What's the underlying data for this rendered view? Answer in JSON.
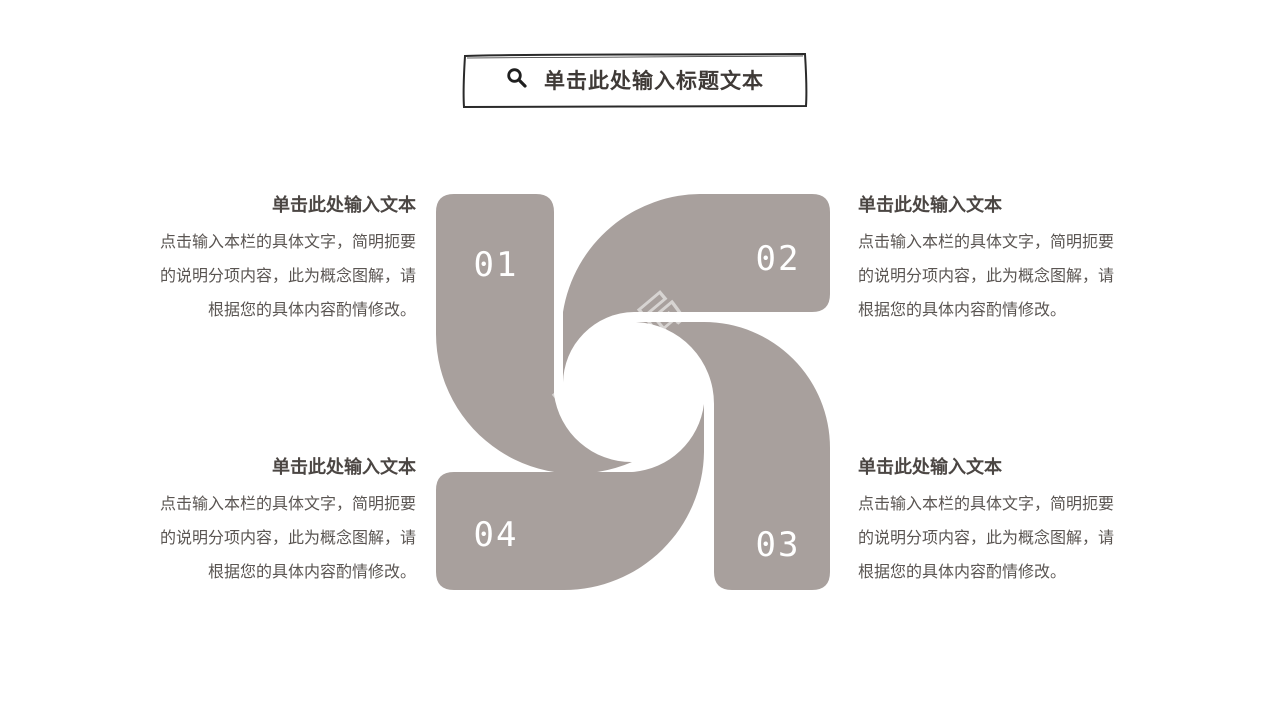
{
  "title": {
    "text": "单击此处输入标题文本",
    "icon": "search-icon"
  },
  "diagram": {
    "fill_color": "#a8a09d",
    "segments": [
      {
        "number": "01"
      },
      {
        "number": "02"
      },
      {
        "number": "03"
      },
      {
        "number": "04"
      }
    ],
    "watermark": "ppt天局"
  },
  "blocks": [
    {
      "heading": "单击此处输入文本",
      "lines": [
        "点击输入本栏的具体文字，简明扼要",
        "的说明分项内容，此为概念图解，请",
        "根据您的具体内容酌情修改。"
      ]
    },
    {
      "heading": "单击此处输入文本",
      "lines": [
        "点击输入本栏的具体文字，简明扼要",
        "的说明分项内容，此为概念图解，请",
        "根据您的具体内容酌情修改。"
      ]
    },
    {
      "heading": "单击此处输入文本",
      "lines": [
        "点击输入本栏的具体文字，简明扼要",
        "的说明分项内容，此为概念图解，请",
        "根据您的具体内容酌情修改。"
      ]
    },
    {
      "heading": "单击此处输入文本",
      "lines": [
        "点击输入本栏的具体文字，简明扼要",
        "的说明分项内容，此为概念图解，请",
        "根据您的具体内容酌情修改。"
      ]
    }
  ]
}
